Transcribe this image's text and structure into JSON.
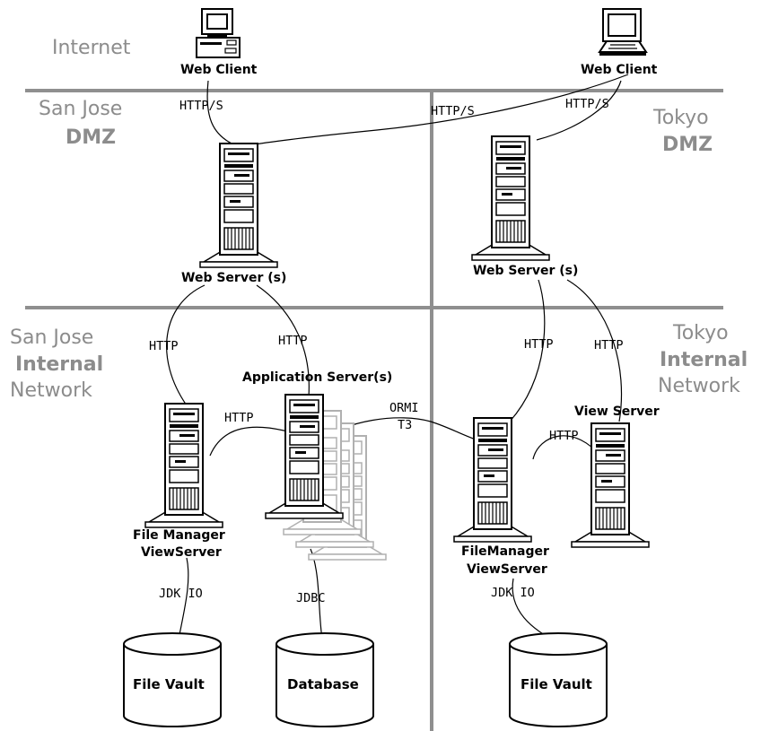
{
  "zones": {
    "internet": "Internet",
    "san_jose_dmz": {
      "line1": "San Jose",
      "line2": "DMZ"
    },
    "tokyo_dmz": {
      "line1": "Tokyo",
      "line2": "DMZ"
    },
    "san_jose_internal": {
      "line1": "San Jose",
      "line2": "Internal",
      "line3": "Network"
    },
    "tokyo_internal": {
      "line1": "Tokyo",
      "line2": "Internal",
      "line3": "Network"
    }
  },
  "nodes": {
    "web_client_left": "Web Client",
    "web_client_right": "Web Client",
    "web_server_sj": "Web Server (s)",
    "web_server_tokyo": "Web Server (s)",
    "application_servers": "Application Server(s)",
    "file_manager_sj": {
      "line1": "File Manager",
      "line2": "ViewServer"
    },
    "file_manager_tokyo": {
      "line1": "FileManager",
      "line2": "ViewServer"
    },
    "view_server": "View Server",
    "file_vault_sj": "File Vault",
    "database": "Database",
    "file_vault_tokyo": "File Vault"
  },
  "protocols": {
    "https_left": "HTTP/S",
    "https_cross": "HTTP/S",
    "https_right": "HTTP/S",
    "http_ws_fm_sj": "HTTP",
    "http_ws_app": "HTTP",
    "http_fm_app": "HTTP",
    "ormi": "ORMI",
    "t3": "T3",
    "http_ws_fm_tokyo": "HTTP",
    "http_ws_view": "HTTP",
    "http_fm_view": "HTTP",
    "jdk_io_sj": "JDK IO",
    "jdbc": "JDBC",
    "jdk_io_tokyo": "JDK IO"
  },
  "colors": {
    "divider": "#8f8f8f",
    "zone_text": "#8c8c8c",
    "ghost_server": "#b0b0b0"
  }
}
